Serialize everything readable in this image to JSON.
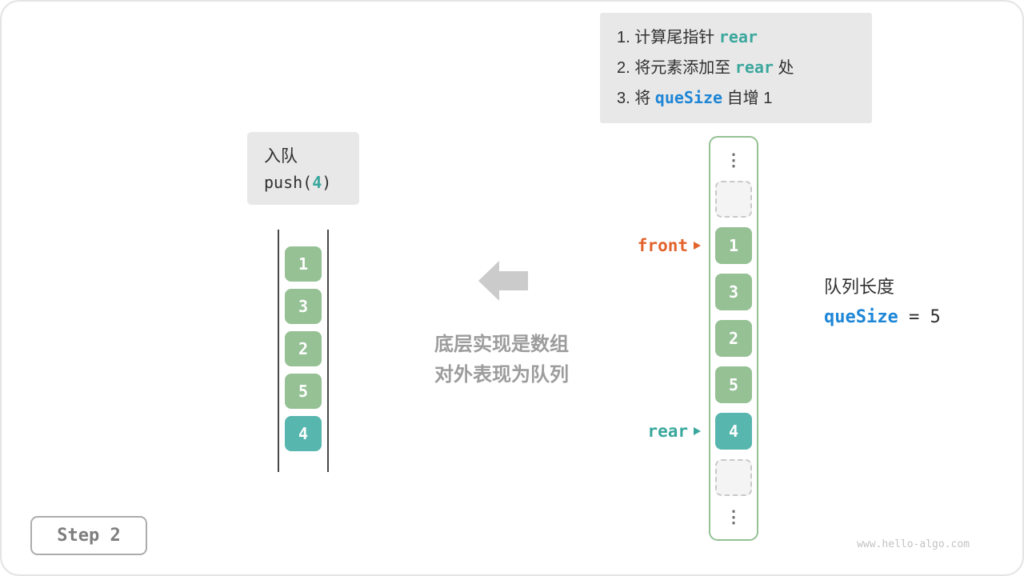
{
  "colors": {
    "green": "#95C195",
    "teal": "#57B6AE",
    "teal-text": "#3AA79D",
    "orange": "#E2632C",
    "blue": "#1E86D6",
    "ink": "#2F2F2F",
    "gray-box": "#E8E8E8",
    "muted": "#9C9C9C"
  },
  "instructions": {
    "lines": [
      {
        "pre": "1. 计算尾指针 ",
        "kw": "rear",
        "post": ""
      },
      {
        "pre": "2. 将元素添加至 ",
        "kw": "rear",
        "post": " 处"
      },
      {
        "pre": "3. 将 ",
        "kw": "queSize",
        "post": " 自增 1"
      }
    ]
  },
  "operation": {
    "title": "入队",
    "code_pre": "push(",
    "arg": "4",
    "code_post": ")"
  },
  "stack": {
    "values": [
      "1",
      "3",
      "2",
      "5",
      "4"
    ]
  },
  "caption": {
    "line1": "底层实现是数组",
    "line2": "对外表现为队列"
  },
  "array": {
    "values": [
      "1",
      "3",
      "2",
      "5",
      "4"
    ],
    "ellipsis": "⋮"
  },
  "pointers": {
    "front": "front",
    "rear": "rear"
  },
  "queue_info": {
    "label": "队列长度",
    "var": "queSize",
    "rest": " = 5"
  },
  "step": {
    "label": "Step 2"
  },
  "watermark": "www.hello-algo.com"
}
